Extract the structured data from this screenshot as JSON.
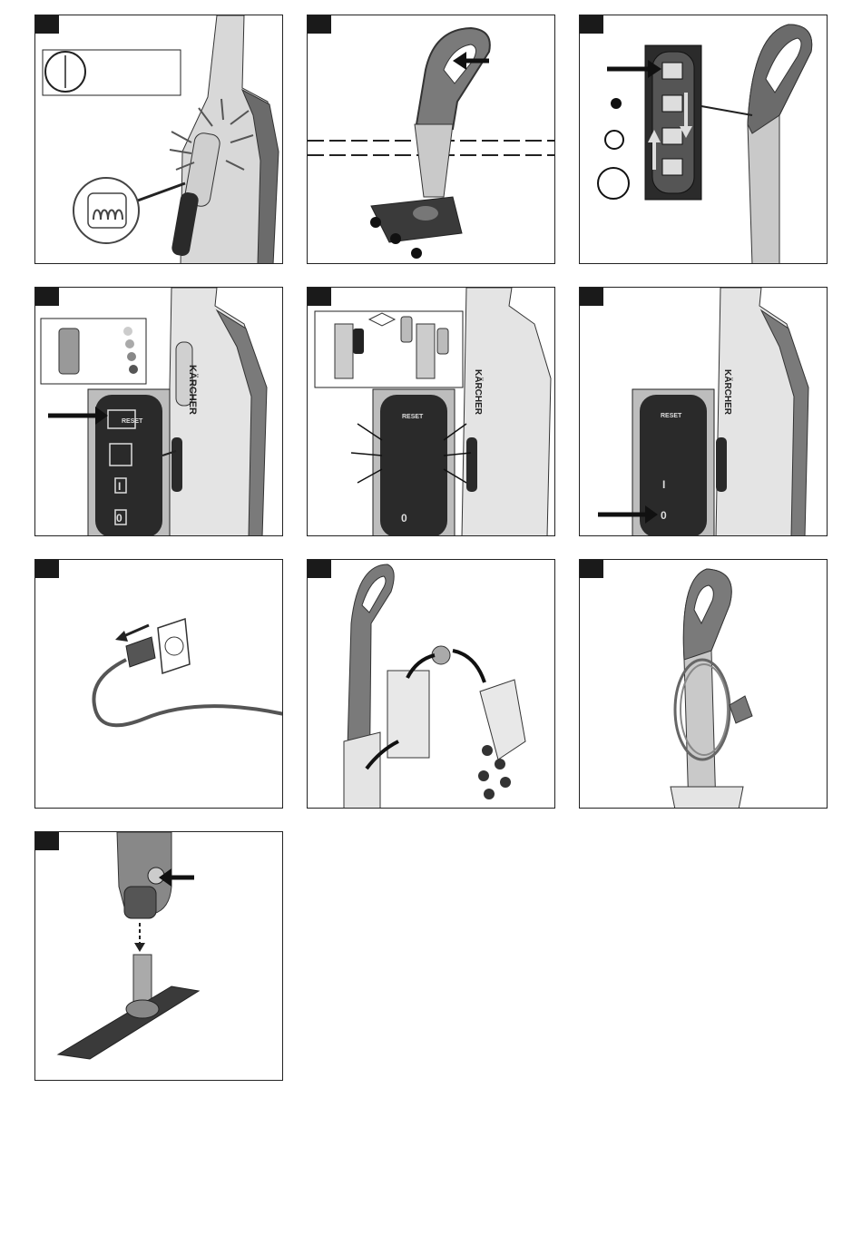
{
  "brand": "KÄRCHER",
  "panel_labels": {
    "reset": "RESET",
    "on": "I",
    "off": "0"
  },
  "colors": {
    "frame": "#222222",
    "body_light": "#e4e4e4",
    "body_mid": "#b9b9b9",
    "accent_dark": "#6b6b6b",
    "control_panel": "#2a2a2a",
    "highlight_box": "#bdbdbd"
  },
  "icons": [
    "clock-icon",
    "heating-coil-icon",
    "steam-level-icon",
    "arrow-icon",
    "water-drop-icon",
    "filter-cartridge-icon",
    "box-icon",
    "power-plug-icon",
    "socket-icon",
    "cable-icon"
  ]
}
